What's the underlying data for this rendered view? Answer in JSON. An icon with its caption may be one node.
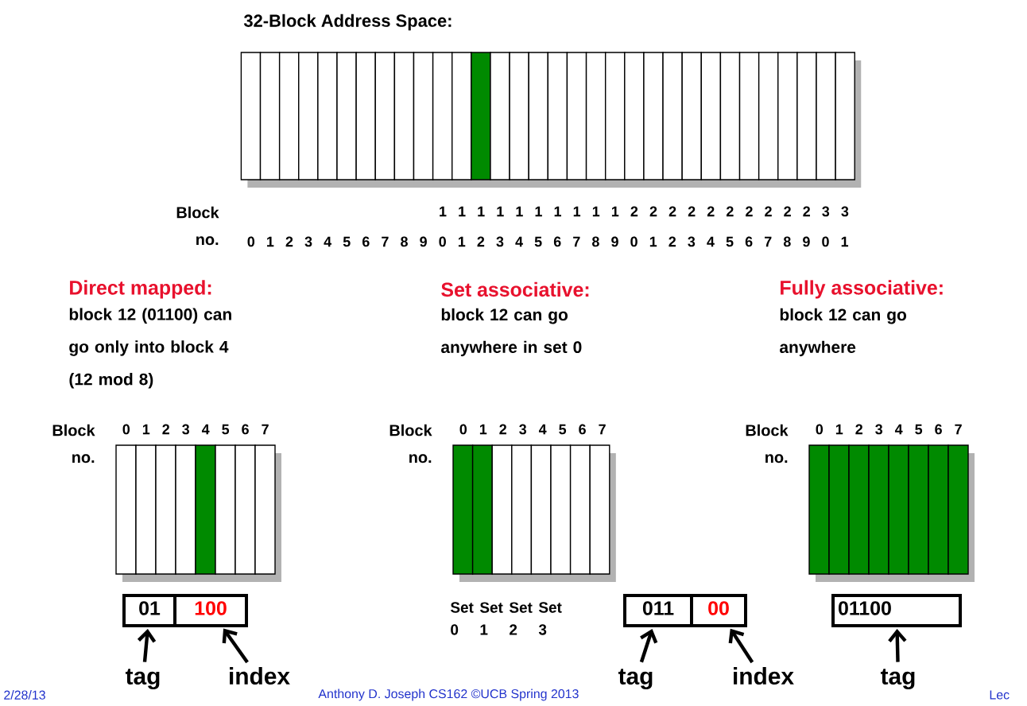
{
  "diagram": {
    "nodes": [
      {
        "text": [
          "01"
        ]
      },
      {
        "text": [
          "100"
        ]
      },
      {
        "text": [
          "011"
        ]
      },
      {
        "text": [
          "00"
        ]
      },
      {
        "text": [
          "01100"
        ]
      },
      {
        "text": [
          "tag"
        ]
      },
      {
        "text": [
          "index"
        ]
      },
      {
        "text": [
          "tag"
        ]
      },
      {
        "text": [
          "index"
        ]
      },
      {
        "text": [
          "tag"
        ]
      }
    ],
    "edges": [
      {
        "from": 5,
        "to": 0,
        "arrow": "to"
      },
      {
        "from": 6,
        "to": 1,
        "arrow": "to"
      },
      {
        "from": 7,
        "to": 2,
        "arrow": "to"
      },
      {
        "from": 8,
        "to": 3,
        "arrow": "to"
      },
      {
        "from": 9,
        "to": 4,
        "arrow": "to"
      }
    ],
    "labels": [
      "32-Block Address Space:",
      "Block no.",
      "1 1 1 1 1 1 1 1 1 1 2 2 2 2 2 2 2 2 2 2 3 3",
      "0 1 2 3 4 5 6 7 8 9 0 1 2 3 4 5 6 7 8 9 0 1 2 3 4 5 6 7 8 9 0 1",
      "Direct mapped:",
      "block 12 (01100) can go only into block 4 (12 mod 8)",
      "Set associative:",
      "block 12 can go anywhere in set 0",
      "Fully associative:",
      "block 12 can go anywhere",
      "Block no.",
      "0 1 2 3 4 5 6 7",
      "Block no.",
      "0 1 2 3 4 5 6 7",
      "Set 0",
      "Set 1",
      "Set 2",
      "Set 3",
      "Block no.",
      "0 1 2 3 4 5 6 7",
      "2/28/13",
      "Anthony D. Joseph CS162 ©UCB Spring 2013",
      "Lec"
    ]
  }
}
